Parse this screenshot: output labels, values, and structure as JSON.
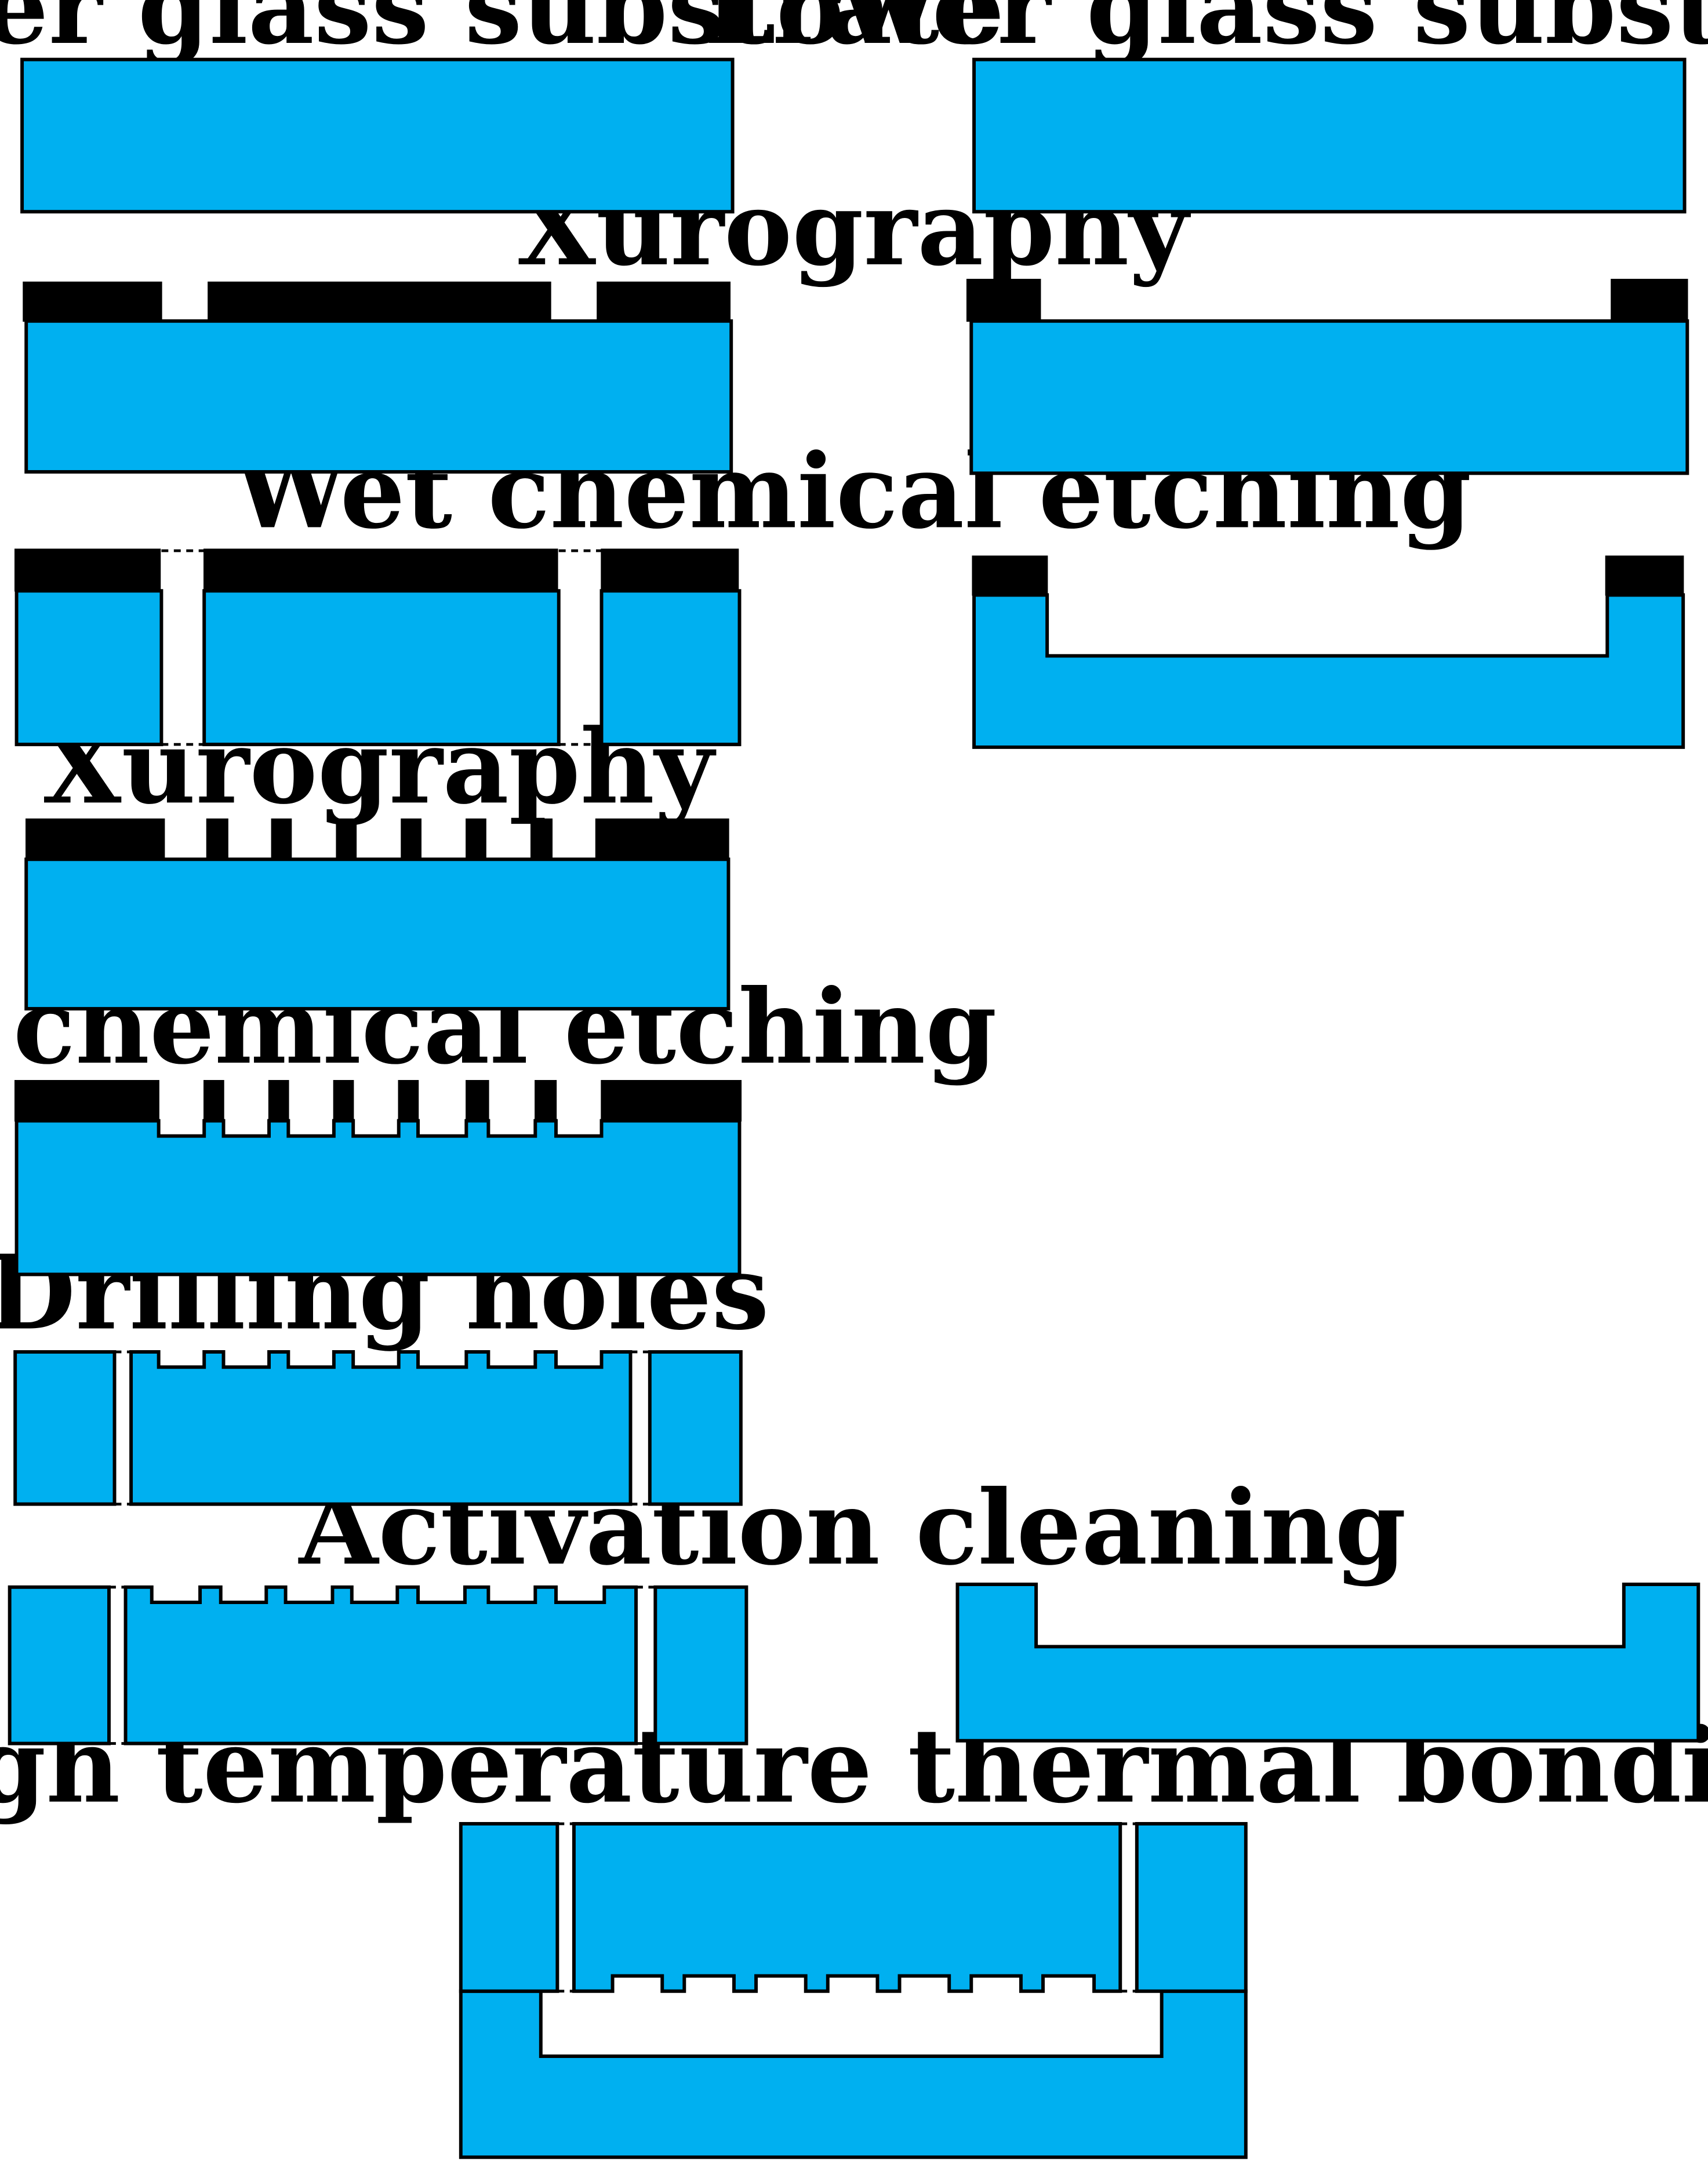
{
  "colors": {
    "glass": "#00B0F0",
    "mask": "#000000",
    "outline": "#000000",
    "background": "#FFFFFF"
  },
  "labels": {
    "upper_substrate": "Upper glass substrate",
    "lower_substrate": "Lower glass substrate",
    "xurography_1": "Xurography",
    "wet_etching_1": "Wet chemical etching",
    "xurography_2": "Xurography",
    "wet_etching_2": "Wet chemical etching",
    "drilling": "Drilling holes",
    "activation": "Activation cleaning",
    "bonding": "High temperature thermal bonding"
  }
}
